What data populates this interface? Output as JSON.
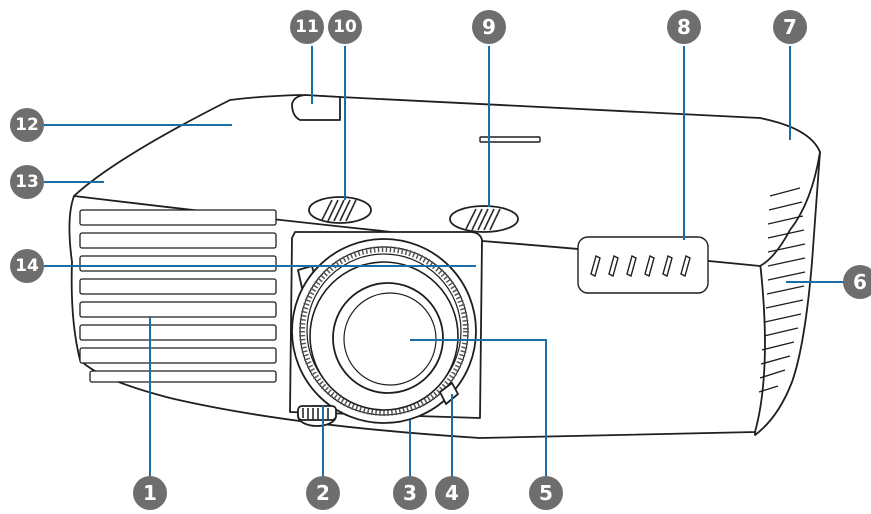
{
  "diagram": {
    "callouts": [
      {
        "label": "1"
      },
      {
        "label": "2"
      },
      {
        "label": "3"
      },
      {
        "label": "4"
      },
      {
        "label": "5"
      },
      {
        "label": "6"
      },
      {
        "label": "7"
      },
      {
        "label": "8"
      },
      {
        "label": "9"
      },
      {
        "label": "10"
      },
      {
        "label": "11"
      },
      {
        "label": "12"
      },
      {
        "label": "13"
      },
      {
        "label": "14"
      }
    ],
    "colors": {
      "badge_fill": "#6e6e6e",
      "badge_text": "#ffffff",
      "leader_line": "#1a6fa8",
      "outline": "#1f1f1f"
    }
  }
}
